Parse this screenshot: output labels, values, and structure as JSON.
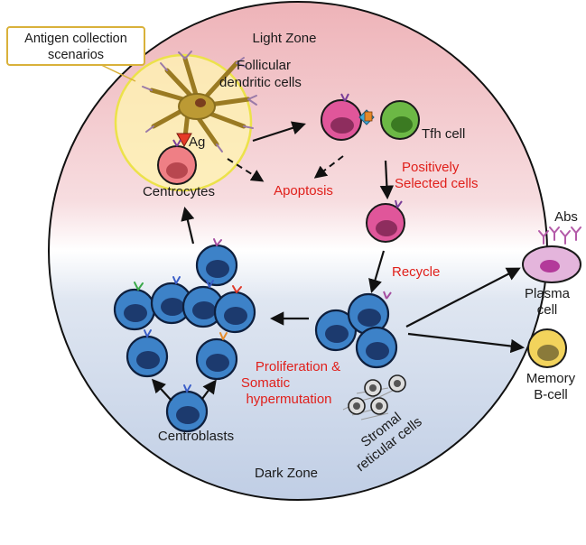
{
  "labels": {
    "light_zone": "Light Zone",
    "dark_zone": "Dark Zone",
    "antigen_box_line1": "Antigen collection",
    "antigen_box_line2": "scenarios",
    "fdc_line1": "Follicular",
    "fdc_line2": "dendritic cells",
    "ag": "Ag",
    "centrocytes": "Centrocytes",
    "apoptosis": "Apoptosis",
    "tfh": "Tfh cell",
    "positively_line1": "Positively",
    "positively_line2": "Selected cells",
    "recycle": "Recycle",
    "abs": "Abs",
    "plasma_line1": "Plasma",
    "plasma_line2": "cell",
    "memory_line1": "Memory",
    "memory_line2": "B-cell",
    "prolif_line1": "Proliferation &",
    "prolif_line2": "Somatic",
    "prolif_line3": "hypermutation",
    "centroblasts": "Centroblasts",
    "stromal_line1": "Stromal",
    "stromal_line2": "reticular cells"
  },
  "colors": {
    "light_zone": "#efb8bc",
    "dark_zone": "#c2d0e6",
    "b_cell": "#3d82c8",
    "b_cell_nucleus": "#1c3a6e",
    "selected_cell": "#e0569a",
    "tfh_cell": "#6cb845",
    "plasma_cell": "#e4b5dc",
    "memory_cell": "#f2d35c",
    "fdc": "#bc9a34",
    "centrocyte": "#ef7f85",
    "highlight": "#fff7a8",
    "red_text": "#e0201b",
    "antibody": "#b35aa8"
  }
}
